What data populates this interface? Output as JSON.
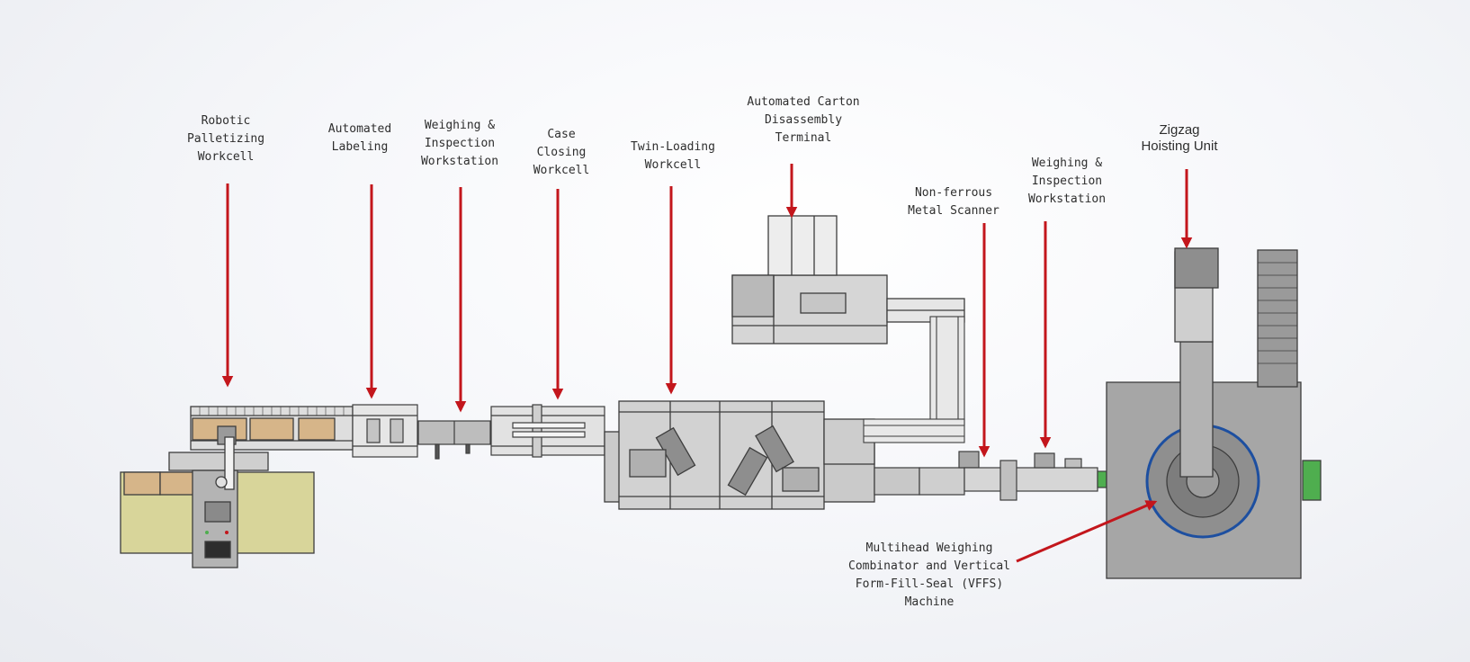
{
  "colors": {
    "arrow": "#c3161c",
    "frame": "#3d3d3d",
    "machine_fill": "#b9b9b9",
    "machine_light": "#d9d9d9",
    "pallet": "#d8d59a",
    "carton": "#d6b589",
    "accent_blue": "#1d4fa0",
    "accent_green": "#4fae4f"
  },
  "labels": {
    "robotic_palletizing": [
      "Robotic",
      "Palletizing",
      "Workcell"
    ],
    "automated_labeling": [
      "Automated",
      "Labeling"
    ],
    "weighing_inspection_1": [
      "Weighing &",
      "Inspection",
      "Workstation"
    ],
    "case_closing": [
      "Case",
      "Closing",
      "Workcell"
    ],
    "twin_loading": [
      "Twin-Loading",
      "Workcell"
    ],
    "carton_disassembly": [
      "Automated Carton",
      "Disassembly",
      "Terminal"
    ],
    "metal_scanner": [
      "Non-ferrous",
      "Metal Scanner"
    ],
    "weighing_inspection_2": [
      "Weighing &",
      "Inspection",
      "Workstation"
    ],
    "zigzag_hoisting": [
      "Zigzag",
      "Hoisting Unit"
    ],
    "multihead_vffs": [
      "Multihead Weighing",
      "Combinator and Vertical",
      "Form-Fill-Seal (VFFS)",
      "Machine"
    ]
  },
  "icons": {
    "arrow": "red-callout-arrow",
    "machine": "machine-top-view-drawing"
  }
}
